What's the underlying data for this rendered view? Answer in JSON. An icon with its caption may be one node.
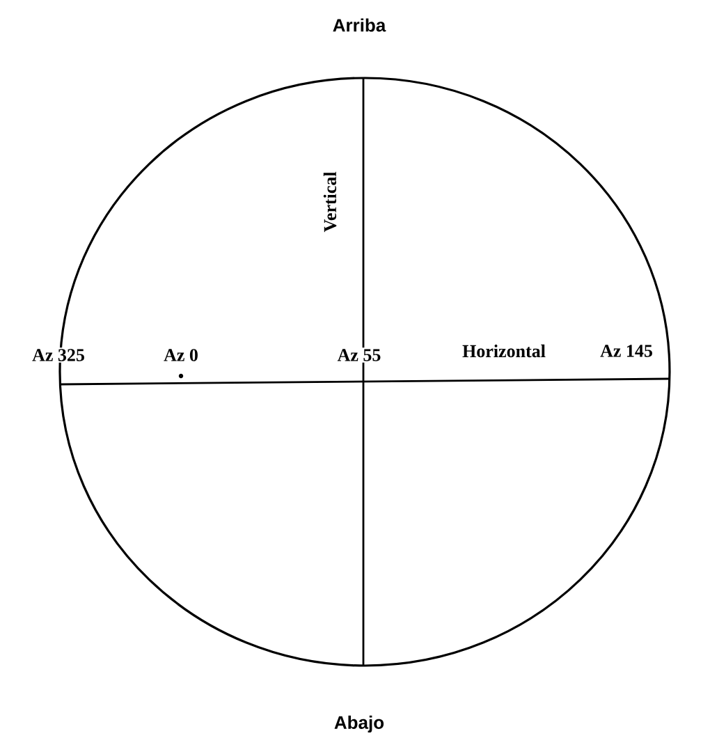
{
  "diagram": {
    "labels": [
      "Arriba",
      "Vertical",
      "Az 325",
      "Az 0",
      "Az 55",
      "Horizontal",
      "Az 145",
      "Abajo"
    ]
  }
}
